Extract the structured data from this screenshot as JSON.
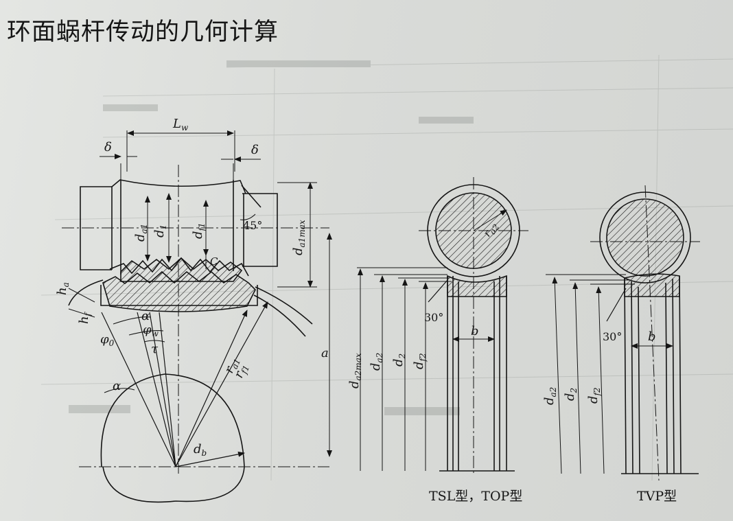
{
  "title": "环面蜗杆传动的几何计算",
  "captions": {
    "tsl_top": "TSL型，TOP型",
    "tvp": "TVP型"
  },
  "labels": {
    "lw": "L",
    "lw_sub": "w",
    "delta_left": "δ",
    "delta_right": "δ",
    "da1": "d",
    "da1_sub": "a1",
    "d1": "d",
    "d1_sub": "1",
    "df1": "d",
    "df1_sub": "f1",
    "da1max": "d",
    "da1max_sub": "a1max",
    "angle45": "45°",
    "c": "C",
    "ha": "h",
    "ha_sub": "a",
    "hf": "h",
    "hf_sub": "f",
    "alpha_top": "α",
    "phi0": "φ",
    "phi0_sub": "0",
    "phiw": "φ",
    "phiw_sub": "w",
    "tau": "τ",
    "alpha_low": "α",
    "ra1": "r",
    "ra1_sub": "a1",
    "rf1": "r",
    "rf1_sub": "f1",
    "db": "d",
    "db_sub": "b",
    "a": "a",
    "tsl_da2max": "d",
    "tsl_da2max_sub": "a2max",
    "tsl_da2": "d",
    "tsl_da2_sub": "a2",
    "tsl_d2": "d",
    "tsl_d2_sub": "2",
    "tsl_df2": "d",
    "tsl_df2_sub": "f2",
    "tsl_ra2": "r",
    "tsl_ra2_sub": "a2",
    "tsl_30": "30°",
    "tsl_b": "b",
    "tvp_da2": "d",
    "tvp_da2_sub": "a2",
    "tvp_d2": "d",
    "tvp_d2_sub": "2",
    "tvp_df2": "d",
    "tvp_df2_sub": "f2",
    "tvp_30": "30°",
    "tvp_b": "b"
  }
}
